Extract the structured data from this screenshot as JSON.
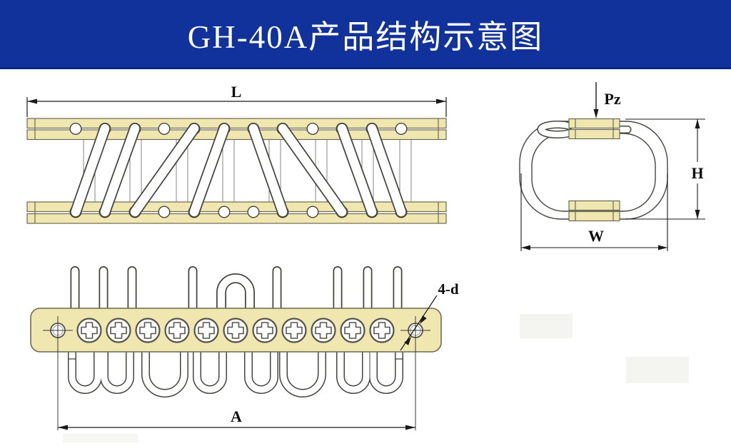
{
  "header": {
    "title": "GH-40A产品结构示意图"
  },
  "colors": {
    "banner_bg": "#10329a",
    "banner_edge": "#0c2582",
    "title_text": "#ffffff",
    "plate_fill": "#f0e7b0",
    "plate_border": "#6b6a55",
    "drawing_line": "#45453f",
    "rope_fill": "#ffffff",
    "background": "#ffffff"
  },
  "side_view": {
    "length_label": "L"
  },
  "end_view": {
    "load_label": "Pz",
    "height_label": "H",
    "width_label": "W"
  },
  "top_view": {
    "hole_callout": "4-d",
    "span_label": "A"
  }
}
